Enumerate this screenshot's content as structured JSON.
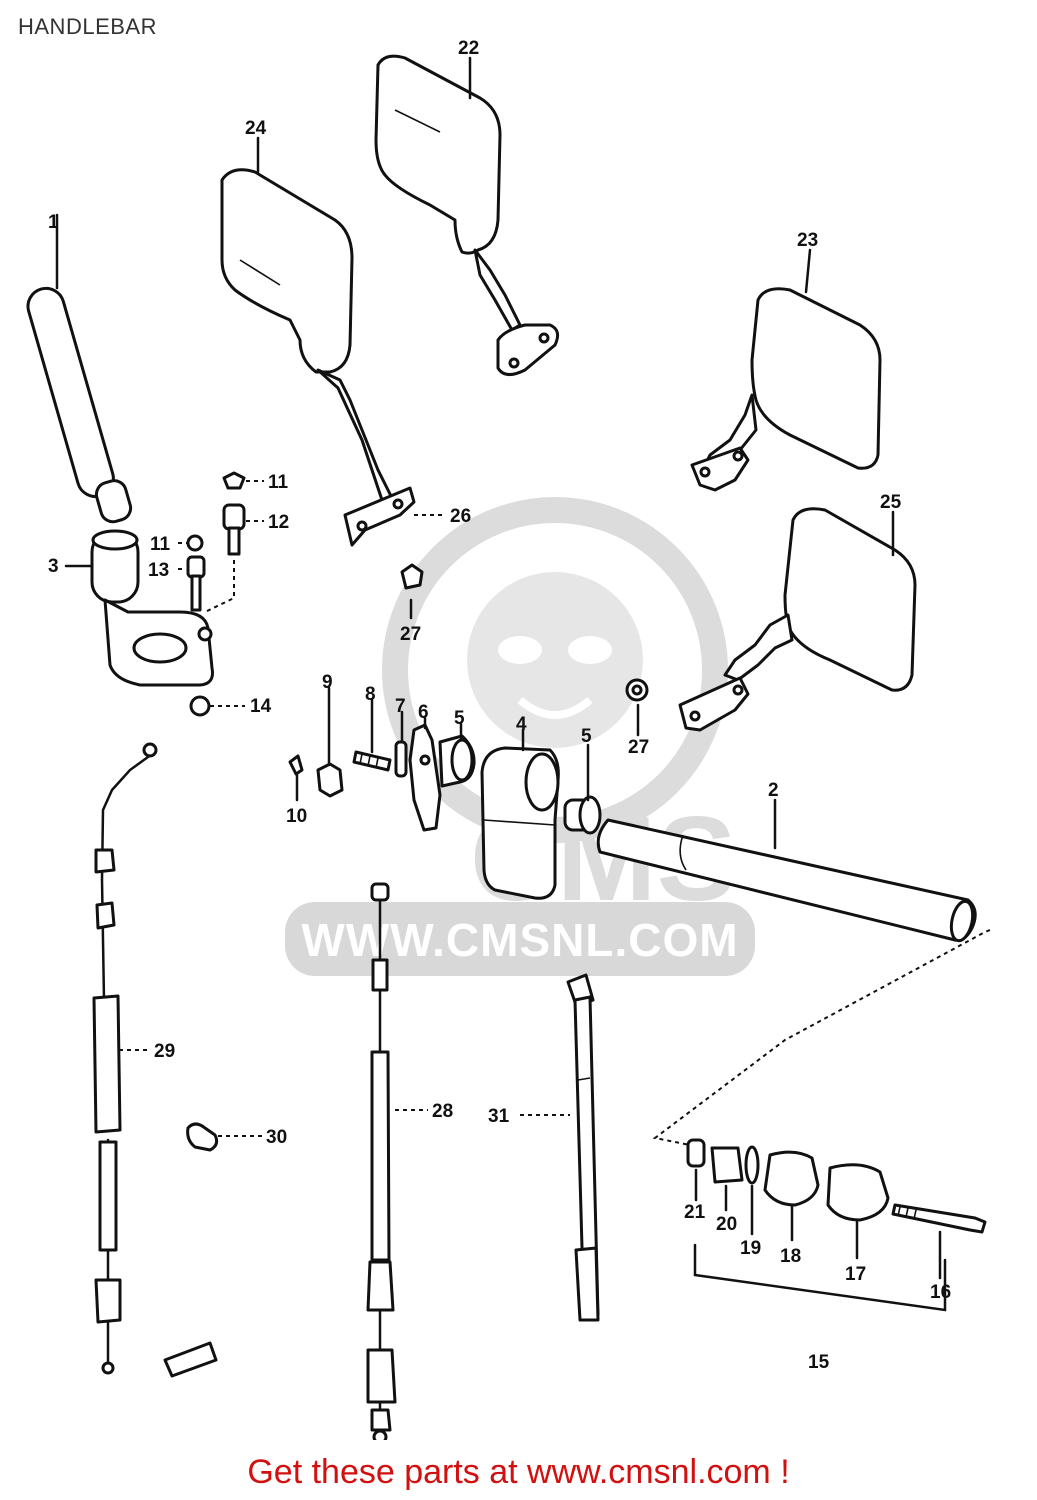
{
  "header": {
    "title": "HANDLEBAR"
  },
  "watermark": {
    "text": "WWW.CMSNL.COM",
    "letters": "CMS"
  },
  "footer": {
    "text": "Get these parts at www.cmsnl.com !"
  },
  "labels": {
    "p1": "1",
    "p2": "2",
    "p3": "3",
    "p4": "4",
    "p5a": "5",
    "p5b": "5",
    "p6": "6",
    "p7": "7",
    "p8": "8",
    "p9": "9",
    "p10": "10",
    "p11a": "11",
    "p11b": "11",
    "p12": "12",
    "p13": "13",
    "p14": "14",
    "p15": "15",
    "p16": "16",
    "p17": "17",
    "p18": "18",
    "p19": "19",
    "p20": "20",
    "p21": "21",
    "p22": "22",
    "p23": "23",
    "p24": "24",
    "p25": "25",
    "p26": "26",
    "p27a": "27",
    "p27b": "27",
    "p28": "28",
    "p29": "29",
    "p30": "30",
    "p31": "31"
  },
  "colors": {
    "line": "#111111",
    "watermark": "#d8d8d8",
    "footer": "#d21010",
    "title": "#333333"
  }
}
